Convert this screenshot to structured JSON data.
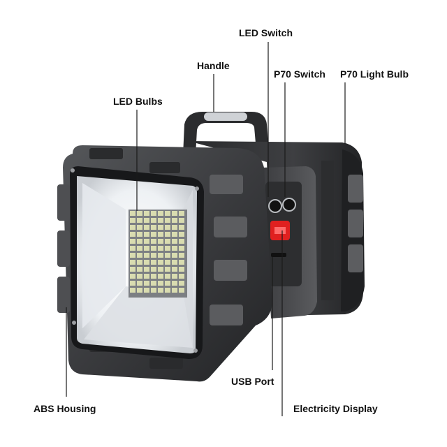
{
  "callouts": {
    "led_switch": "LED Switch",
    "handle": "Handle",
    "p70_switch": "P70 Switch",
    "p70_light_bulb": "P70 Light Bulb",
    "led_bulbs": "LED Bulbs",
    "usb_port": "USB Port",
    "abs_housing": "ABS Housing",
    "electricity_display": "Electricity Display"
  },
  "colors": {
    "housing_dark": "#2e2f31",
    "housing_mid": "#4a4b4e",
    "housing_light": "#6a6b6e",
    "lens_white": "#f4f6f8",
    "led_chip": "#d9dcb0",
    "red_button": "#e02020",
    "leader_line": "#1a1a1a"
  }
}
